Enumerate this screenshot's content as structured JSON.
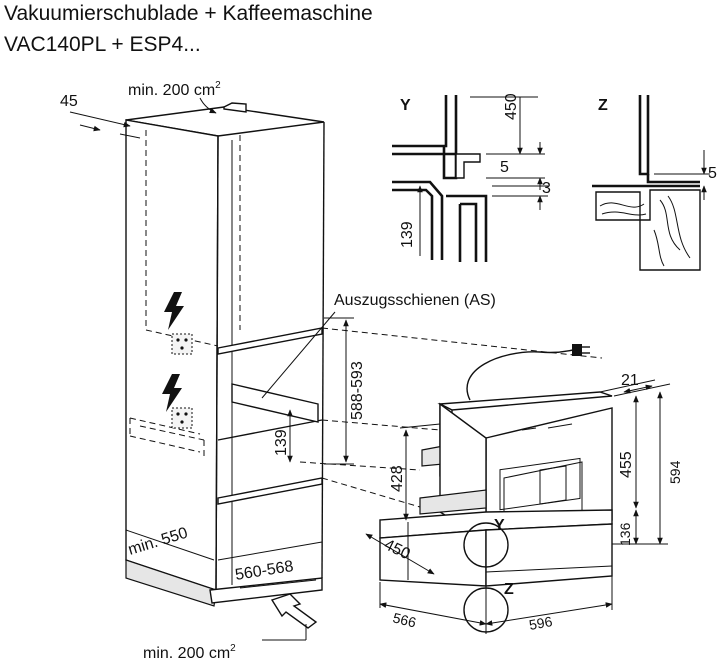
{
  "title": {
    "line1": "Vakuumierschublade + Kaffeemaschine",
    "line2": "VAC140PL + ESP4..."
  },
  "labels": {
    "ventilation_top": "min. 200 cm",
    "ventilation_top_sup": "2",
    "ventilation_bottom": "min. 200 cm",
    "ventilation_bottom_sup": "2",
    "rails": "Auszugsschienen (AS)",
    "detail_y": "Y",
    "detail_z": "Z",
    "marker_y": "Y",
    "marker_z": "Z"
  },
  "dimensions": {
    "d45": "45",
    "d450_y": "450",
    "d5_y": "5",
    "d3_y": "3",
    "d139_y": "139",
    "d5_z": "5",
    "d139_niche": "139",
    "d588_593": "588-593",
    "min550": "min. 550",
    "d560_568": "560-568",
    "d21": "21",
    "d455": "455",
    "d594": "594",
    "d428": "428",
    "d136": "136",
    "d450": "450",
    "d566": "566",
    "d596": "596"
  },
  "icons": [
    "electric-hazard-icon",
    "electric-hazard-icon",
    "power-plug-icon"
  ]
}
